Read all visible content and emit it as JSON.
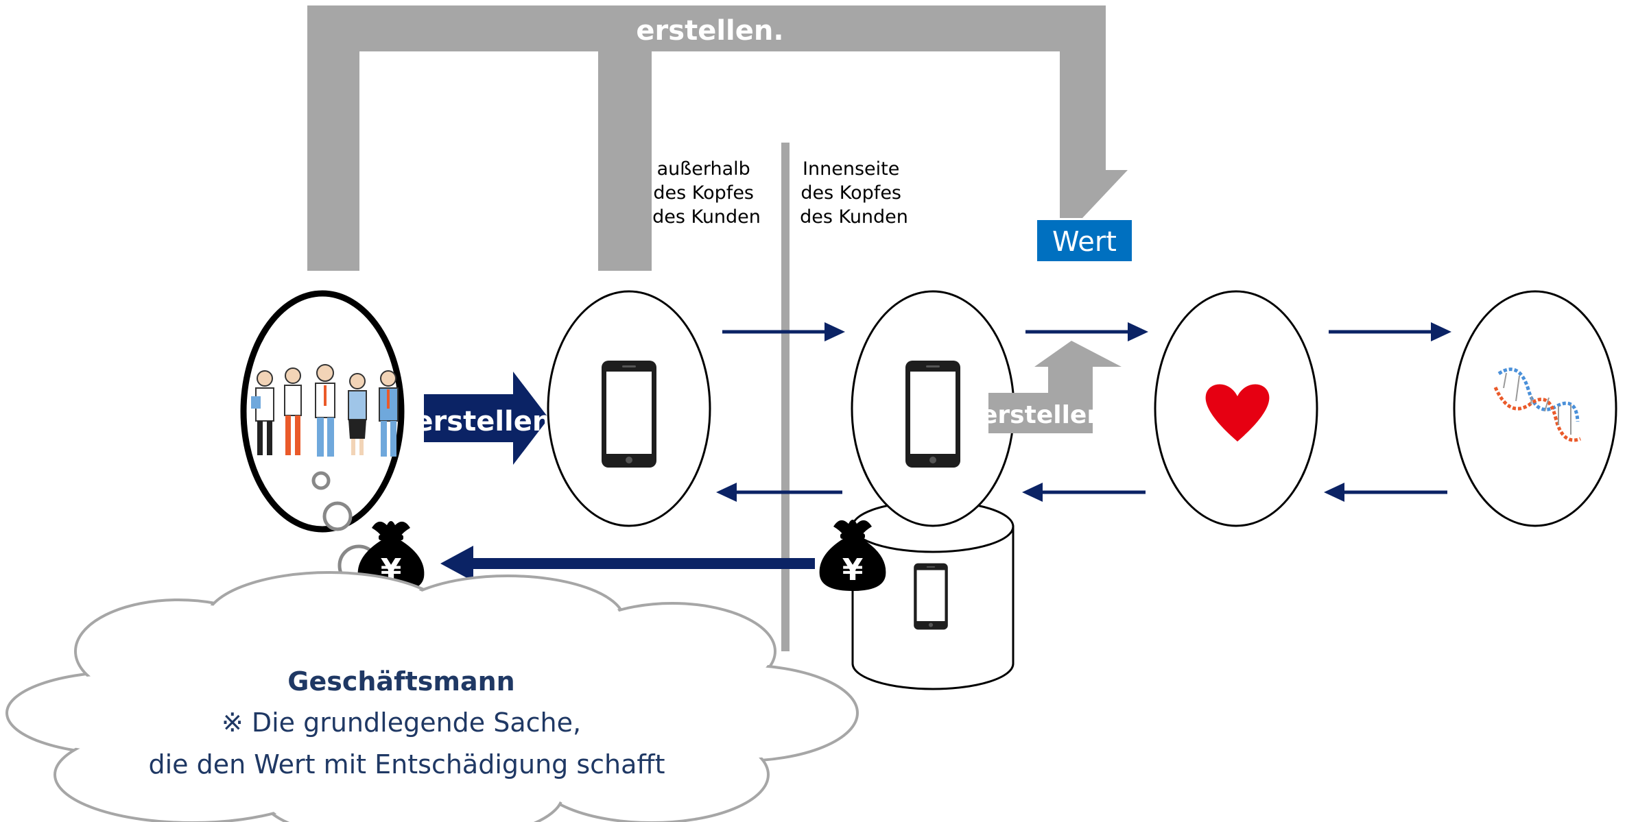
{
  "top_bracket": {
    "label": "erstellen."
  },
  "head_boundary": {
    "outside": [
      "außerhalb",
      "des Kopfes",
      "des Kunden"
    ],
    "inside": [
      "Innenseite",
      "des Kopfes",
      "des Kunden"
    ]
  },
  "value_box": {
    "label": "Wert"
  },
  "create_arrow_left": {
    "label": "erstellen."
  },
  "create_arrow_right": {
    "label": "erstellen"
  },
  "currency_symbol": "¥",
  "cloud": {
    "title": "Geschäftsmann",
    "line1": "※ Die grundlegende Sache,",
    "line2": "die den Wert mit Entschädigung schafft"
  },
  "colors": {
    "navy": "#0b2365",
    "gray": "#a6a6a6",
    "value_blue": "#0070c0",
    "heart_red": "#e60012",
    "text_navy": "#1f3864"
  },
  "icons": [
    "people-group",
    "smartphone",
    "heart",
    "dna-helix",
    "money-bag-yen"
  ]
}
